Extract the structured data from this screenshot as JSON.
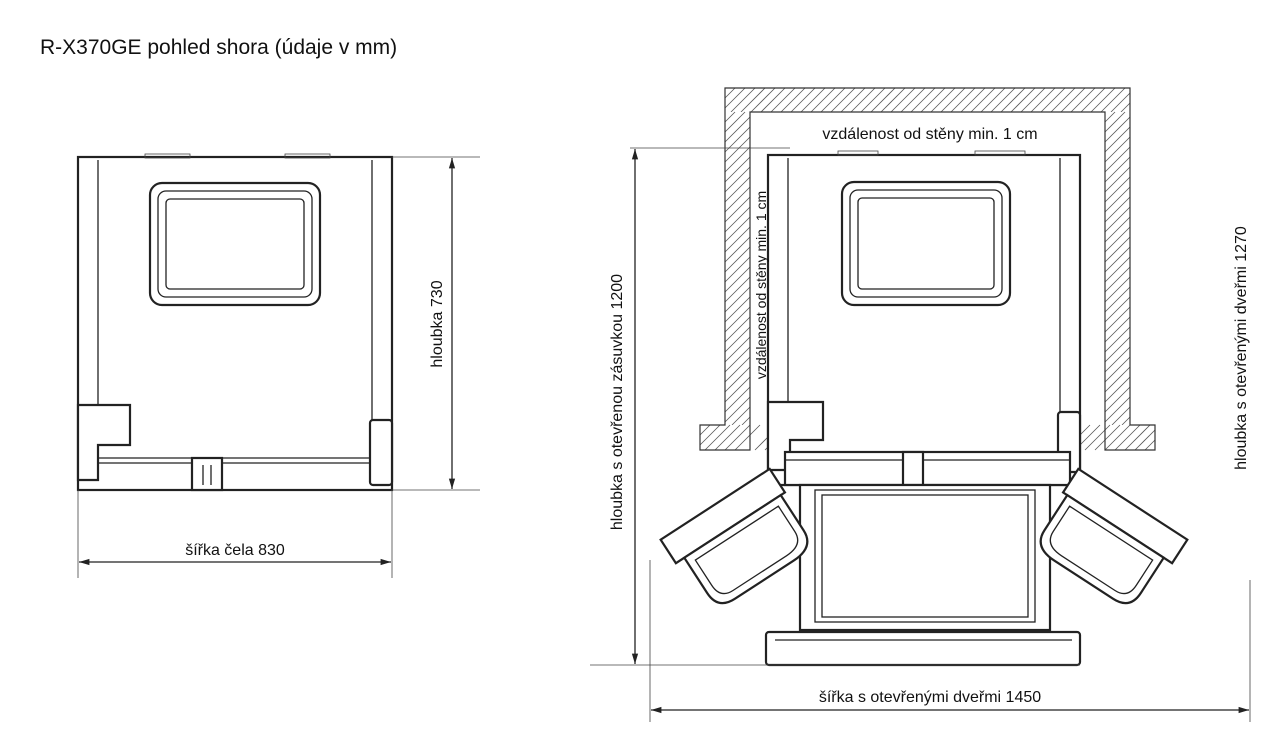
{
  "title": "R-X370GE pohled shora (údaje v mm)",
  "left_view": {
    "depth_label": "hloubka 730",
    "width_label": "šířka čela 830"
  },
  "right_view": {
    "wall_gap_top_label": "vzdálenost od stěny min. 1 cm",
    "wall_gap_side_label": "vzdálenost od stěny min. 1 cm",
    "depth_drawer_label": "hloubka s otevřenou zásuvkou 1200",
    "depth_doors_label": "hloubka s otevřenými dveřmi 1270",
    "width_doors_label": "šířka s otevřenými dveřmi 1450"
  }
}
